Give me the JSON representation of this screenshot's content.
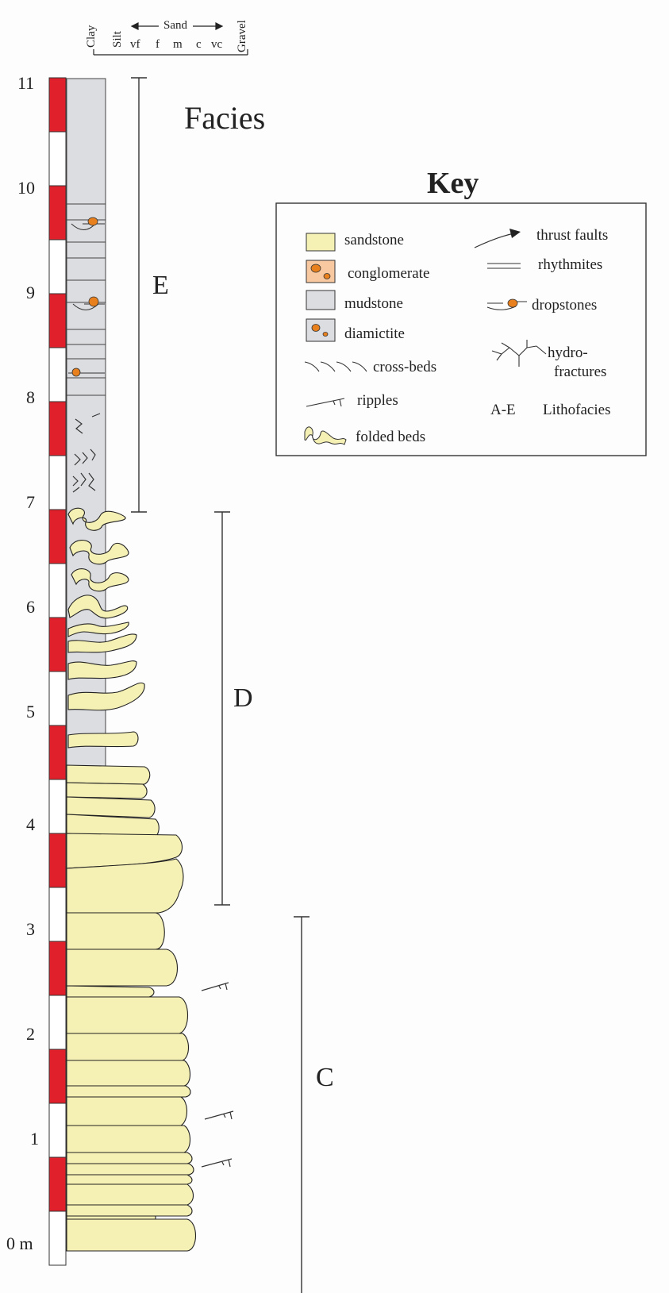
{
  "title": "Facies",
  "grain_size_axis": {
    "labels": [
      "Clay",
      "Silt",
      "vf",
      "f",
      "m",
      "c",
      "vc",
      "Gravel"
    ],
    "sand_label": "Sand"
  },
  "depth_axis": {
    "unit_label": "0 m",
    "ticks": [
      "1",
      "2",
      "3",
      "4",
      "5",
      "6",
      "7",
      "8",
      "9",
      "10",
      "11"
    ]
  },
  "facies": [
    {
      "label": "C",
      "from_m": 0,
      "to_m": 3.1
    },
    {
      "label": "D",
      "from_m": 3.2,
      "to_m": 6.9
    },
    {
      "label": "E",
      "from_m": 6.85,
      "to_m": 11
    }
  ],
  "key": {
    "title": "Key",
    "left": [
      {
        "icon": "sandstone-swatch",
        "label": "sandstone",
        "color": "#f5f0b4"
      },
      {
        "icon": "conglomerate-swatch",
        "label": "conglomerate",
        "color": "#f8c9a0"
      },
      {
        "icon": "mudstone-swatch",
        "label": "mudstone",
        "color": "#dcdde1"
      },
      {
        "icon": "diamictite-swatch",
        "label": "diamictite",
        "color": "#dcdde1"
      },
      {
        "icon": "cross-beds-icon",
        "label": "cross-beds"
      },
      {
        "icon": "ripples-icon",
        "label": "ripples"
      },
      {
        "icon": "folded-beds-icon",
        "label": "folded beds"
      }
    ],
    "right": [
      {
        "icon": "thrust-faults-icon",
        "label": "thrust faults"
      },
      {
        "icon": "rhythmites-icon",
        "label": "rhythmites"
      },
      {
        "icon": "dropstones-icon",
        "label": "dropstones"
      },
      {
        "icon": "hydrofractures-icon",
        "label": "hydro-",
        "label2": "fractures"
      },
      {
        "icon": "lithofacies-code",
        "label": "A-E",
        "label2": "Lithofacies"
      }
    ]
  },
  "colors": {
    "scale_red": "#e0202a",
    "sand_fill": "#f5f0b4",
    "mud_fill": "#dcdde1",
    "clast_orange": "#e8801e"
  }
}
